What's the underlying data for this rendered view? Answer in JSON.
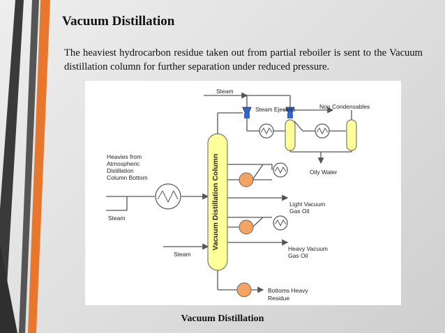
{
  "slide": {
    "title": "Vacuum Distillation",
    "paragraph": "The heaviest hydrocarbon residue taken out from partial reboiler is sent to the Vacuum distillation column for further separation under reduced pressure.",
    "caption": "Vacuum Distillation"
  },
  "diagram": {
    "column_label": "Vacuum Distillation Column",
    "labels": {
      "steam_top": "Steam",
      "steam_ejectors": "Steam Ejectors",
      "non_condensables": "Non Condensables",
      "heavies_lines": [
        "Heavies from",
        "Atmospheric",
        "Distillation",
        "Column Bottom"
      ],
      "steam_left": "Steam",
      "steam_bottom": "Steam",
      "oily_water": "Oily Water",
      "light_vacuum": [
        "Light Vacuum",
        "Gas Oil"
      ],
      "heavy_vacuum": [
        "Heavy Vacuum",
        "Gas Oil"
      ],
      "bottoms": [
        "Bottoms Heavy",
        "Residue"
      ]
    },
    "colors": {
      "column_fill": "#ffff99",
      "pump_fill": "#f4a460",
      "ejector_fill": "#3366cc",
      "line": "#555555"
    }
  }
}
